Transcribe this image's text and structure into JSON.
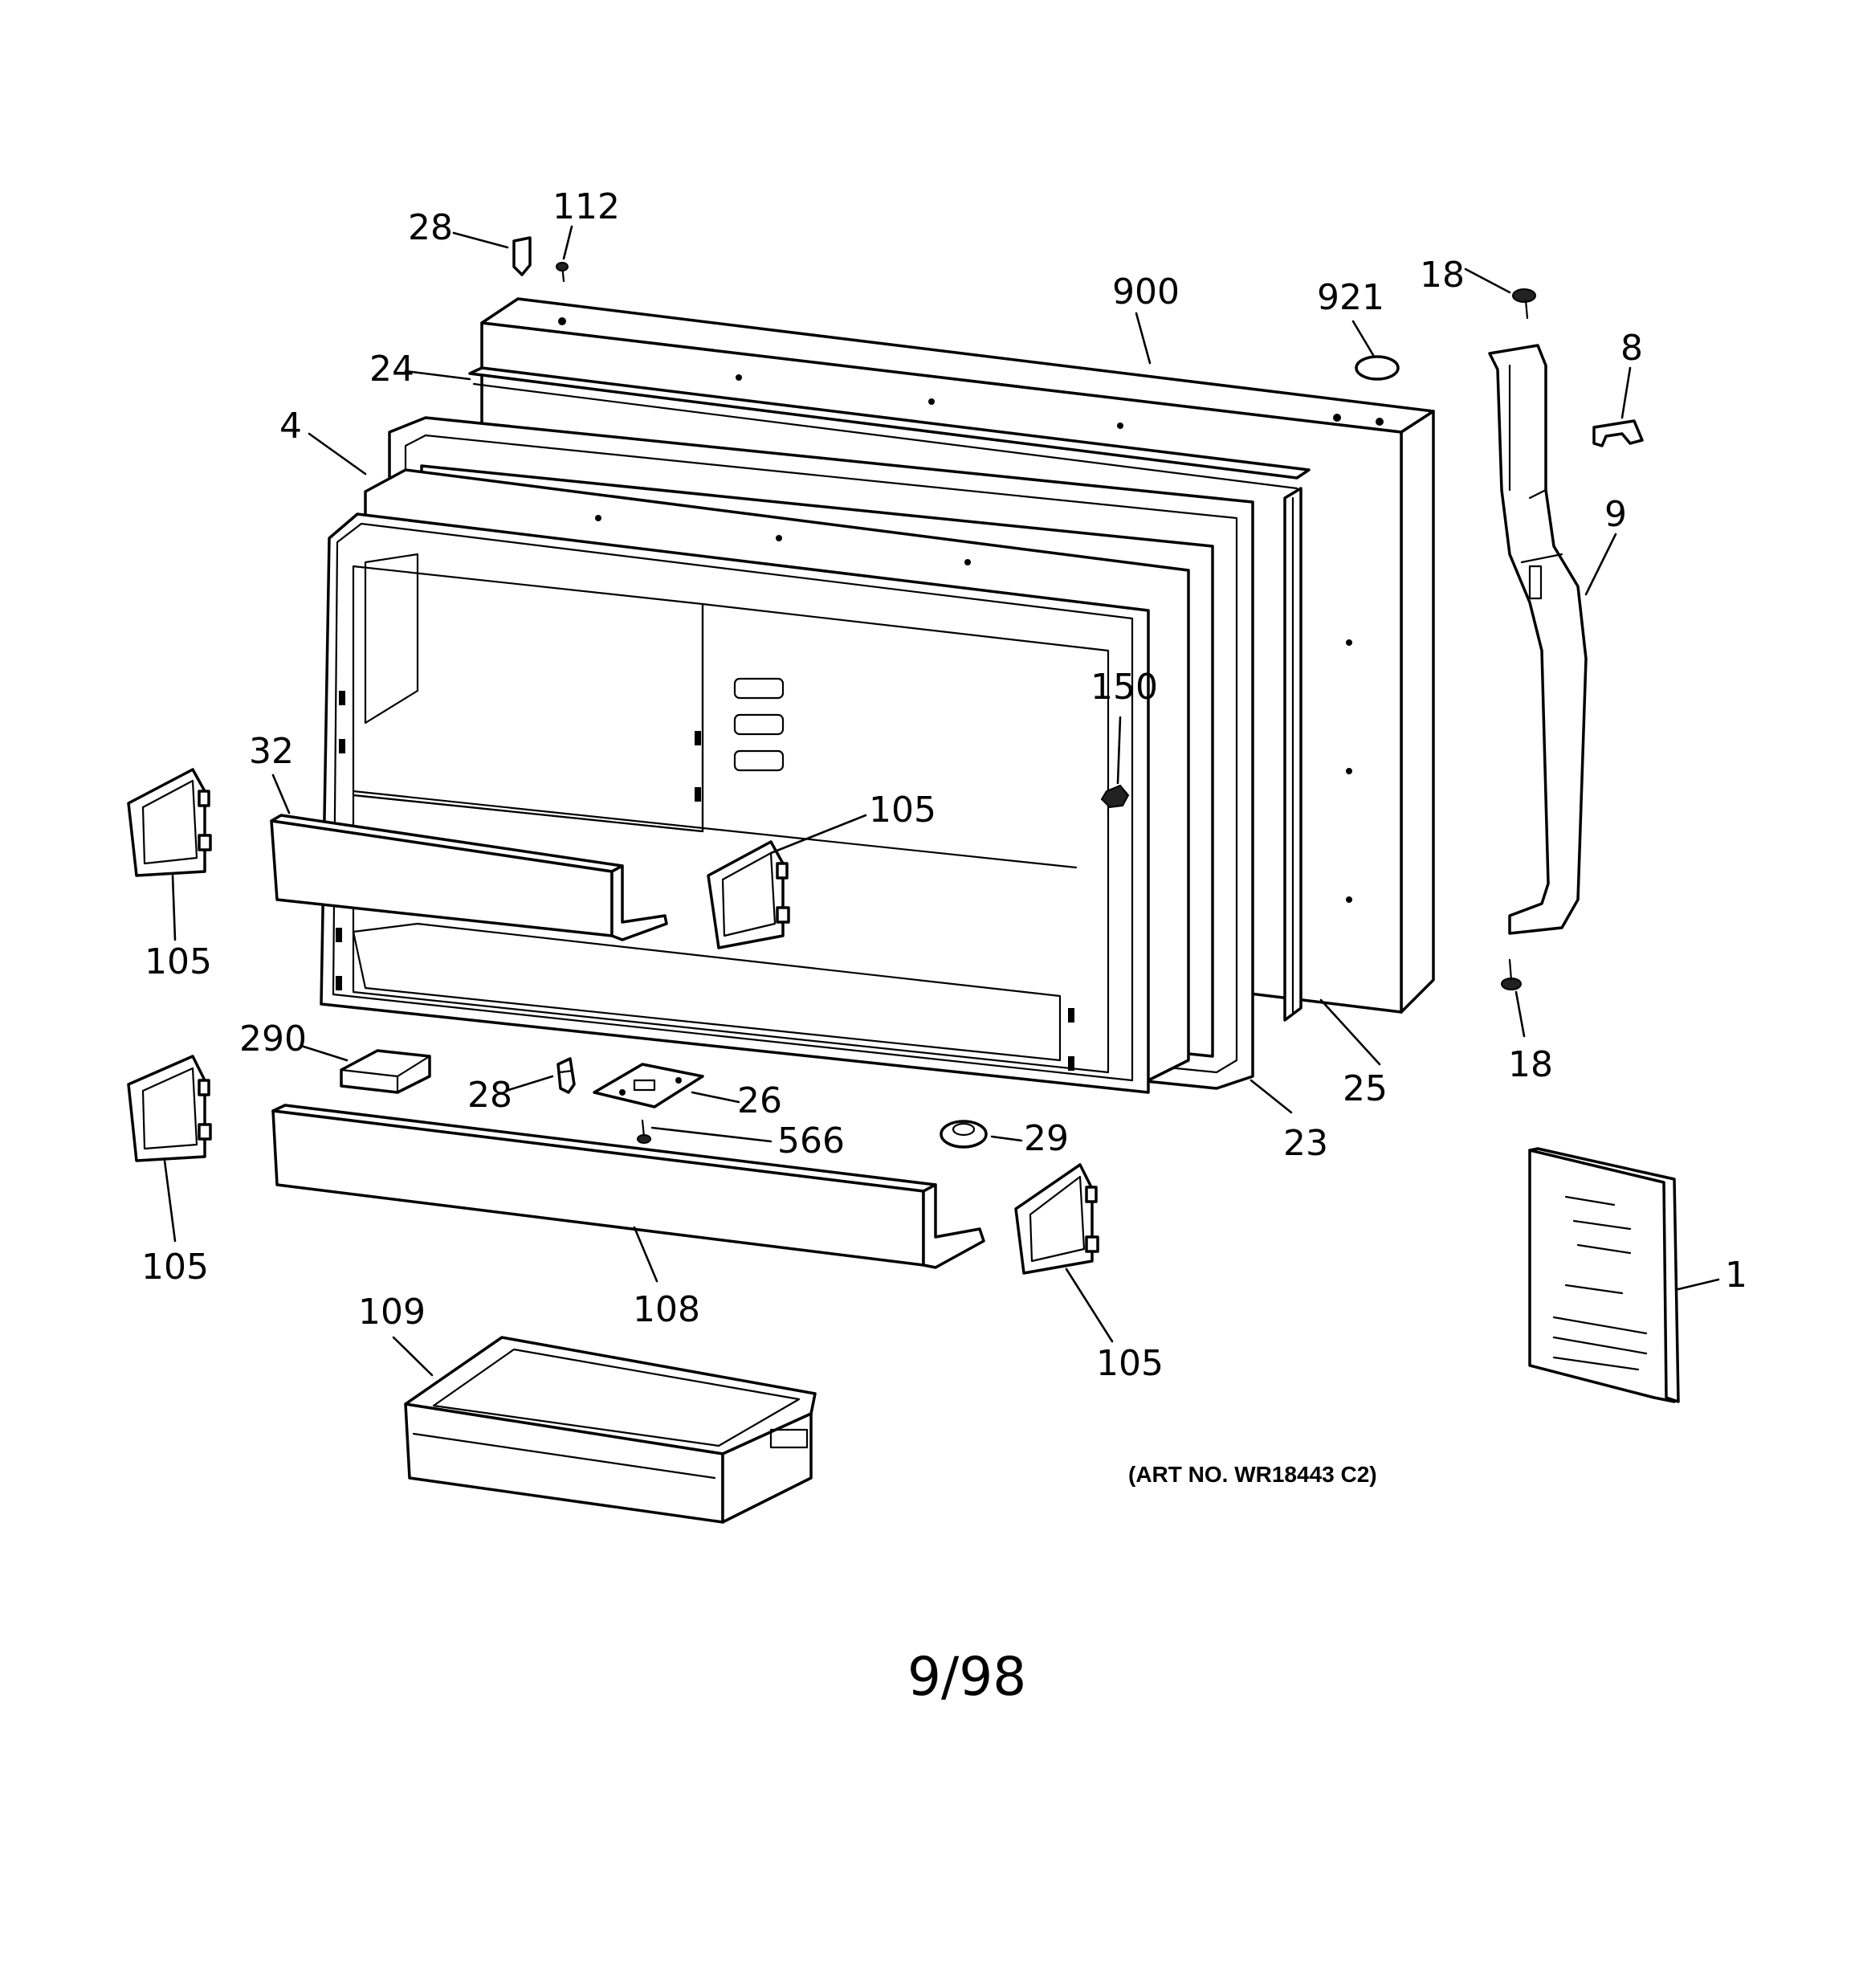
{
  "diagram": {
    "type": "exploded-parts-diagram",
    "callouts": [
      {
        "id": "c28-top",
        "label": "28"
      },
      {
        "id": "c112",
        "label": "112"
      },
      {
        "id": "c900",
        "label": "900"
      },
      {
        "id": "c921",
        "label": "921"
      },
      {
        "id": "c18-top",
        "label": "18"
      },
      {
        "id": "c8",
        "label": "8"
      },
      {
        "id": "c24",
        "label": "24"
      },
      {
        "id": "c4",
        "label": "4"
      },
      {
        "id": "c9",
        "label": "9"
      },
      {
        "id": "c150",
        "label": "150"
      },
      {
        "id": "c32",
        "label": "32"
      },
      {
        "id": "c105-center",
        "label": "105"
      },
      {
        "id": "c105-left-upper",
        "label": "105"
      },
      {
        "id": "c290",
        "label": "290"
      },
      {
        "id": "c28-bottom",
        "label": "28"
      },
      {
        "id": "c26",
        "label": "26"
      },
      {
        "id": "c566",
        "label": "566"
      },
      {
        "id": "c29",
        "label": "29"
      },
      {
        "id": "c25",
        "label": "25"
      },
      {
        "id": "c23",
        "label": "23"
      },
      {
        "id": "c18-bottom",
        "label": "18"
      },
      {
        "id": "c105-left-lower",
        "label": "105"
      },
      {
        "id": "c108",
        "label": "108"
      },
      {
        "id": "c109",
        "label": "109"
      },
      {
        "id": "c105-lower-right",
        "label": "105"
      },
      {
        "id": "c1",
        "label": "1"
      }
    ],
    "art_number": "(ART NO. WR18443 C2)",
    "page_code": "9/98"
  }
}
